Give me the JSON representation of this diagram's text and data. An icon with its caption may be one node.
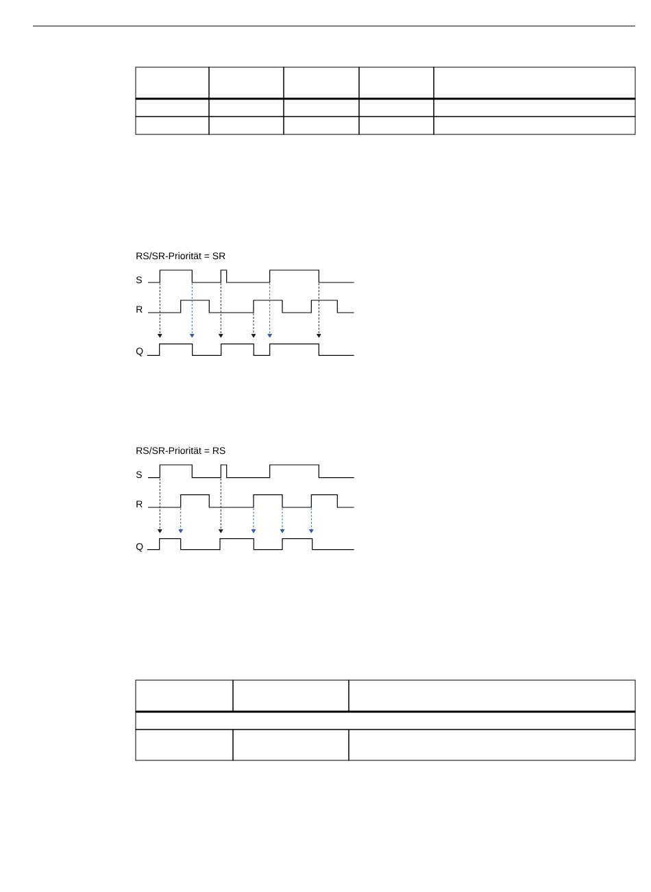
{
  "diagram": {
    "labels": [
      "RS/SR-Priorität = SR",
      "S",
      "R",
      "Q",
      "RS/SR-Priorität = RS",
      "S",
      "R",
      "Q"
    ]
  }
}
